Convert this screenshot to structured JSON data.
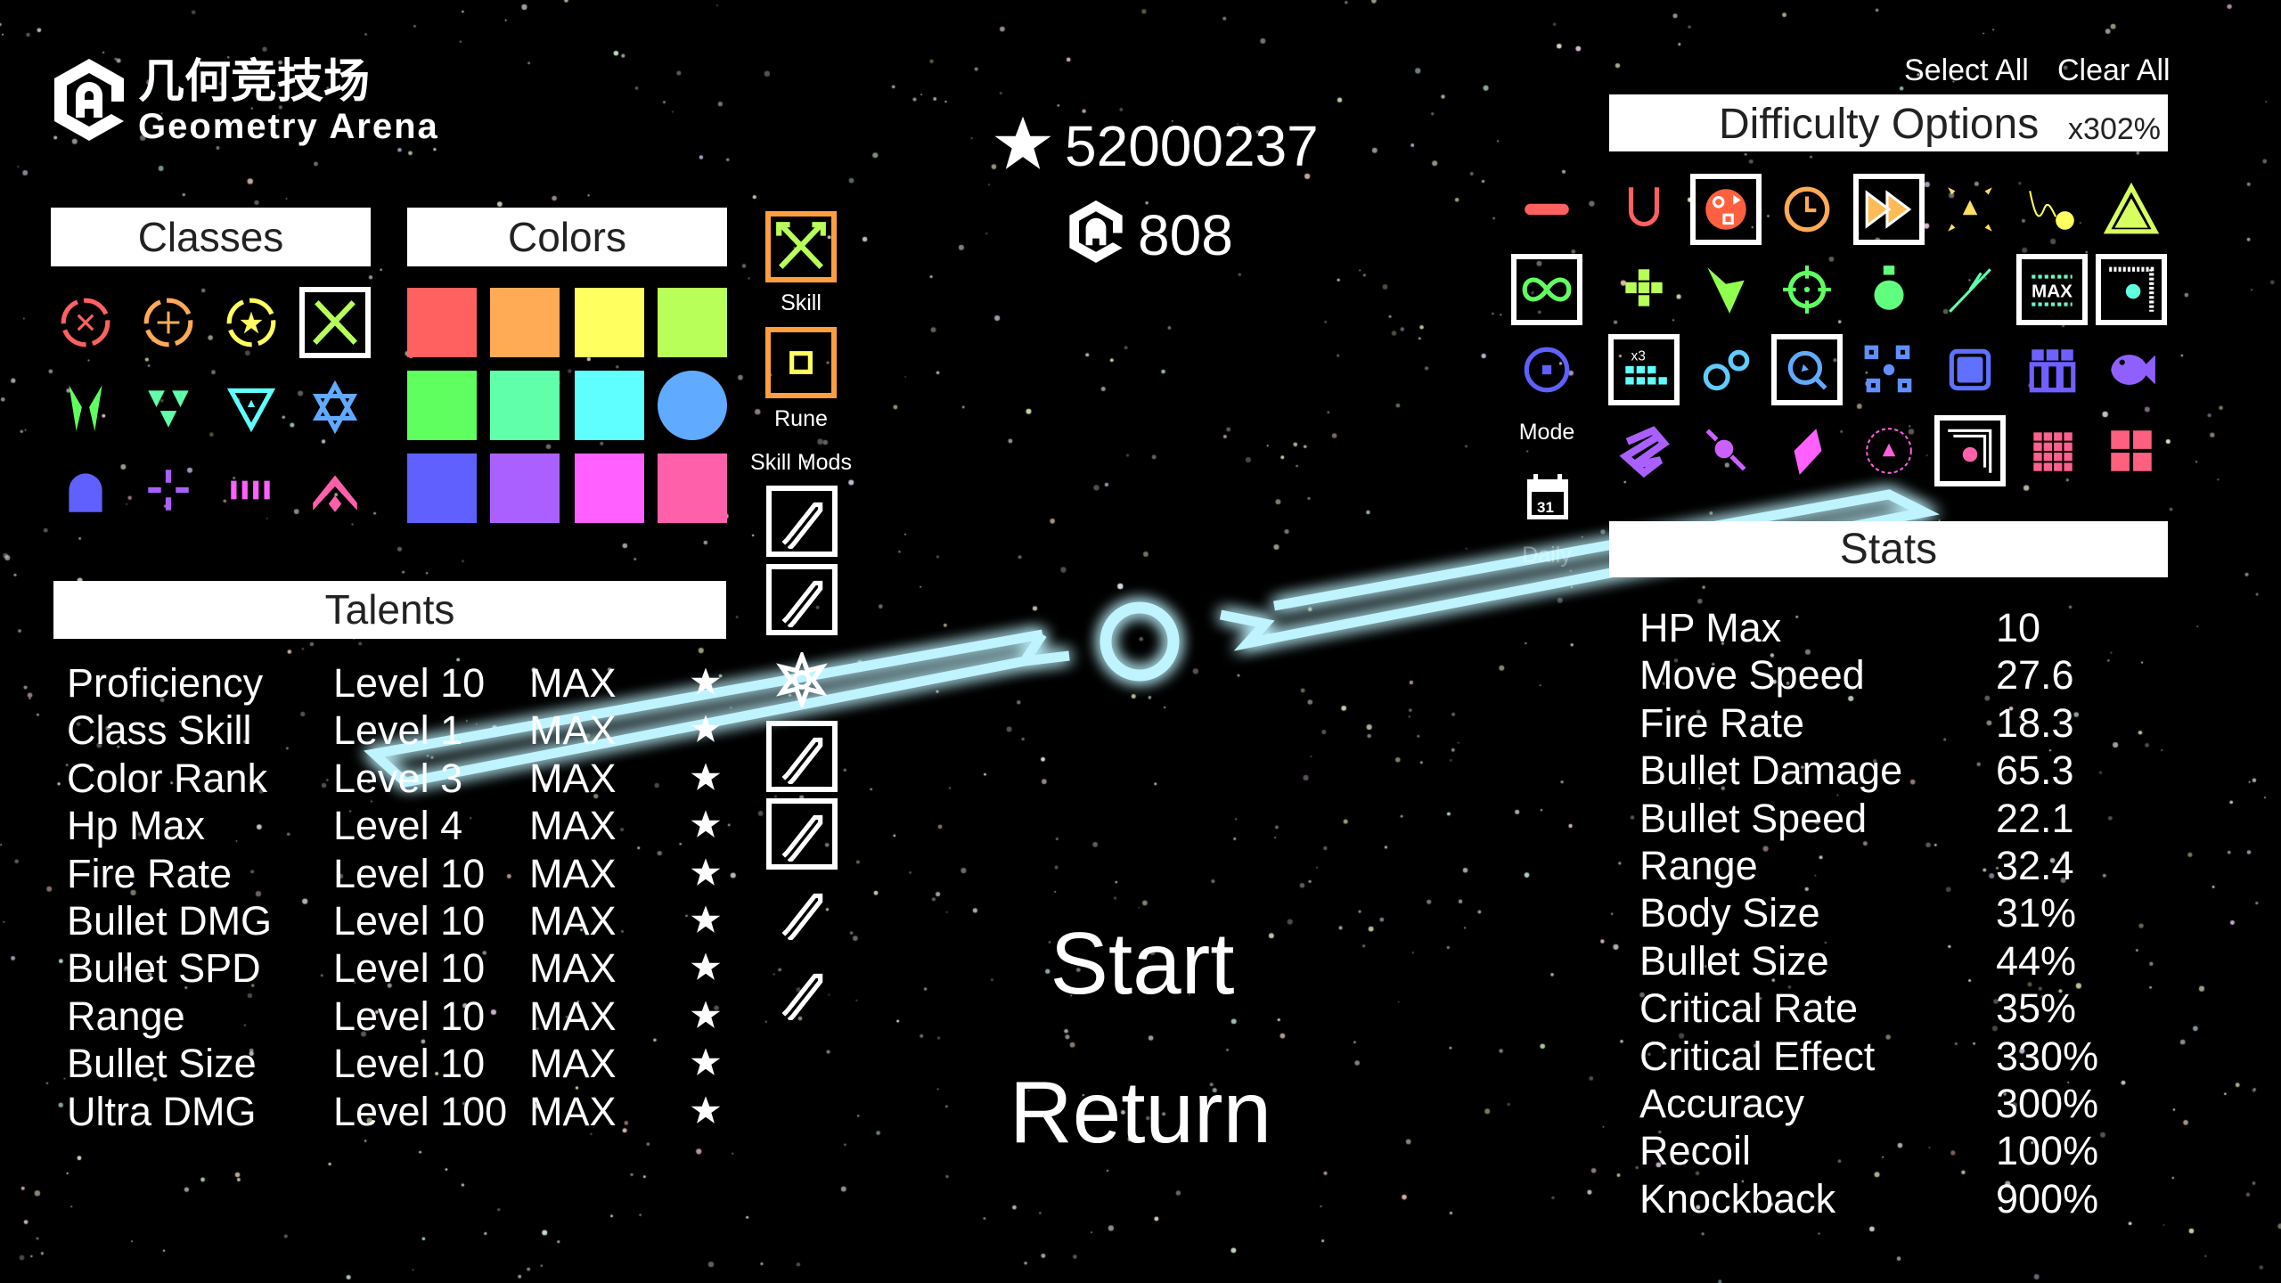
{
  "logo": {
    "cn": "几何竞技场",
    "en": "Geometry Arena"
  },
  "score": {
    "stars": "52000237",
    "coins": "808",
    "star_icon": "star-icon",
    "coin_icon": "geometry-arena-coin-icon"
  },
  "classes": {
    "title": "Classes",
    "items": [
      {
        "icon": "ring-x",
        "color": "#ff6060"
      },
      {
        "icon": "ring-plus",
        "color": "#ffaa55"
      },
      {
        "icon": "ring-star",
        "color": "#ffff60"
      },
      {
        "icon": "crossed-swords",
        "color": "#b8ff5a",
        "selected": true
      },
      {
        "icon": "fangs",
        "color": "#60ff60"
      },
      {
        "icon": "tri-cluster",
        "color": "#60ffaa"
      },
      {
        "icon": "tri-outline",
        "color": "#60ffff"
      },
      {
        "icon": "hexagram",
        "color": "#60aaff"
      },
      {
        "icon": "dome",
        "color": "#6060ff"
      },
      {
        "icon": "cross-dots",
        "color": "#aa60ff"
      },
      {
        "icon": "bars",
        "color": "#ff60ff"
      },
      {
        "icon": "chevron-up",
        "color": "#ff60aa"
      }
    ]
  },
  "colors": {
    "title": "Colors",
    "swatches": [
      "#ff6060",
      "#ffaa55",
      "#ffff60",
      "#b8ff5a",
      "#60ff60",
      "#60ffaa",
      "#60ffff",
      "#60aaff",
      "#6060ff",
      "#aa60ff",
      "#ff60ff",
      "#ff60aa"
    ],
    "selected_index": 7
  },
  "skill": {
    "label": "Skill",
    "rune_label": "Rune",
    "mods_label": "Skill Mods",
    "mods": [
      {
        "icon": "rocket-cycle",
        "boxed": true
      },
      {
        "icon": "crossed-rockets",
        "boxed": true
      },
      {
        "icon": "flower",
        "boxed": false
      },
      {
        "icon": "rocket-star",
        "boxed": true
      },
      {
        "icon": "rocket-arrows",
        "boxed": true
      },
      {
        "icon": "rocket",
        "boxed": false
      },
      {
        "icon": "twin-rockets",
        "boxed": false
      }
    ]
  },
  "talents": {
    "title": "Talents",
    "rows": [
      {
        "name": "Proficiency",
        "level": "Level 10",
        "max": "MAX"
      },
      {
        "name": "Class Skill",
        "level": "Level 1",
        "max": "MAX"
      },
      {
        "name": "Color Rank",
        "level": "Level 3",
        "max": "MAX"
      },
      {
        "name": "Hp Max",
        "level": "Level 4",
        "max": "MAX"
      },
      {
        "name": "Fire Rate",
        "level": "Level 10",
        "max": "MAX"
      },
      {
        "name": "Bullet DMG",
        "level": "Level 10",
        "max": "MAX"
      },
      {
        "name": "Bullet SPD",
        "level": "Level 10",
        "max": "MAX"
      },
      {
        "name": "Range",
        "level": "Level 10",
        "max": "MAX"
      },
      {
        "name": "Bullet Size",
        "level": "Level 10",
        "max": "MAX"
      },
      {
        "name": "Ultra DMG",
        "level": "Level 100",
        "max": "MAX"
      }
    ]
  },
  "menu": {
    "start": "Start",
    "return": "Return"
  },
  "difficulty": {
    "select_all": "Select All",
    "clear_all": "Clear All",
    "title": "Difficulty Options",
    "multiplier": "x302%",
    "mode_label": "Mode",
    "daily_label": "Daily",
    "daily_day": "31",
    "mode_items": [
      {
        "icon": "minus",
        "color": "#ff6060"
      },
      {
        "icon": "infinity",
        "color": "#60ff60",
        "selected": true
      },
      {
        "icon": "target-ring",
        "color": "#6060ff"
      }
    ],
    "options": [
      {
        "icon": "magnet",
        "color": "#ff6060"
      },
      {
        "icon": "shape-cluster",
        "color": "#ff6040",
        "selected": true
      },
      {
        "icon": "clock",
        "color": "#ffaa55"
      },
      {
        "icon": "fast-forward",
        "color": "#ffbb55",
        "selected": true
      },
      {
        "icon": "tri-burst",
        "color": "#ffe060"
      },
      {
        "icon": "bounce-coin",
        "color": "#ffff60"
      },
      {
        "icon": "triangle",
        "color": "#d8ff60"
      },
      {
        "icon": "plus-blocks",
        "color": "#b8ff5a"
      },
      {
        "icon": "leaf",
        "color": "#90ff50"
      },
      {
        "icon": "crosshair",
        "color": "#60ff60"
      },
      {
        "icon": "flask",
        "color": "#60ff80"
      },
      {
        "icon": "branch",
        "color": "#60ffaa"
      },
      {
        "icon": "max-label",
        "color": "#60ffd0",
        "selected": true
      },
      {
        "icon": "saw-room",
        "color": "#60ffe0",
        "selected": true
      },
      {
        "icon": "grid-x3",
        "color": "#60ffff",
        "selected": true
      },
      {
        "icon": "double-ring",
        "color": "#60ccff"
      },
      {
        "icon": "magnifier",
        "color": "#60aaff",
        "selected": true
      },
      {
        "icon": "scatter",
        "color": "#6090ff"
      },
      {
        "icon": "rounded-square",
        "color": "#6070ff"
      },
      {
        "icon": "columns",
        "color": "#7060ff"
      },
      {
        "icon": "fish",
        "color": "#9060ff"
      },
      {
        "icon": "scribble",
        "color": "#aa60ff"
      },
      {
        "icon": "orb-arrow",
        "color": "#cc60ff"
      },
      {
        "icon": "diamond",
        "color": "#ff60ff"
      },
      {
        "icon": "dashed-ring",
        "color": "#ff60dd"
      },
      {
        "icon": "room-orb",
        "color": "#ff60aa",
        "selected": true
      },
      {
        "icon": "small-grid",
        "color": "#ff6090"
      },
      {
        "icon": "four-squares",
        "color": "#ff6080"
      }
    ]
  },
  "stats": {
    "title": "Stats",
    "rows": [
      {
        "name": "HP Max",
        "value": "10"
      },
      {
        "name": "Move Speed",
        "value": "27.6"
      },
      {
        "name": "Fire Rate",
        "value": "18.3"
      },
      {
        "name": "Bullet Damage",
        "value": "65.3"
      },
      {
        "name": "Bullet Speed",
        "value": "22.1"
      },
      {
        "name": "Range",
        "value": "32.4"
      },
      {
        "name": "Body Size",
        "value": "31%"
      },
      {
        "name": "Bullet Size",
        "value": "44%"
      },
      {
        "name": "Critical Rate",
        "value": "35%"
      },
      {
        "name": "Critical Effect",
        "value": "330%"
      },
      {
        "name": "Accuracy",
        "value": "300%"
      },
      {
        "name": "Recoil",
        "value": "100%"
      },
      {
        "name": "Knockback",
        "value": "900%"
      }
    ]
  },
  "beam_color": "#5ad8ff"
}
